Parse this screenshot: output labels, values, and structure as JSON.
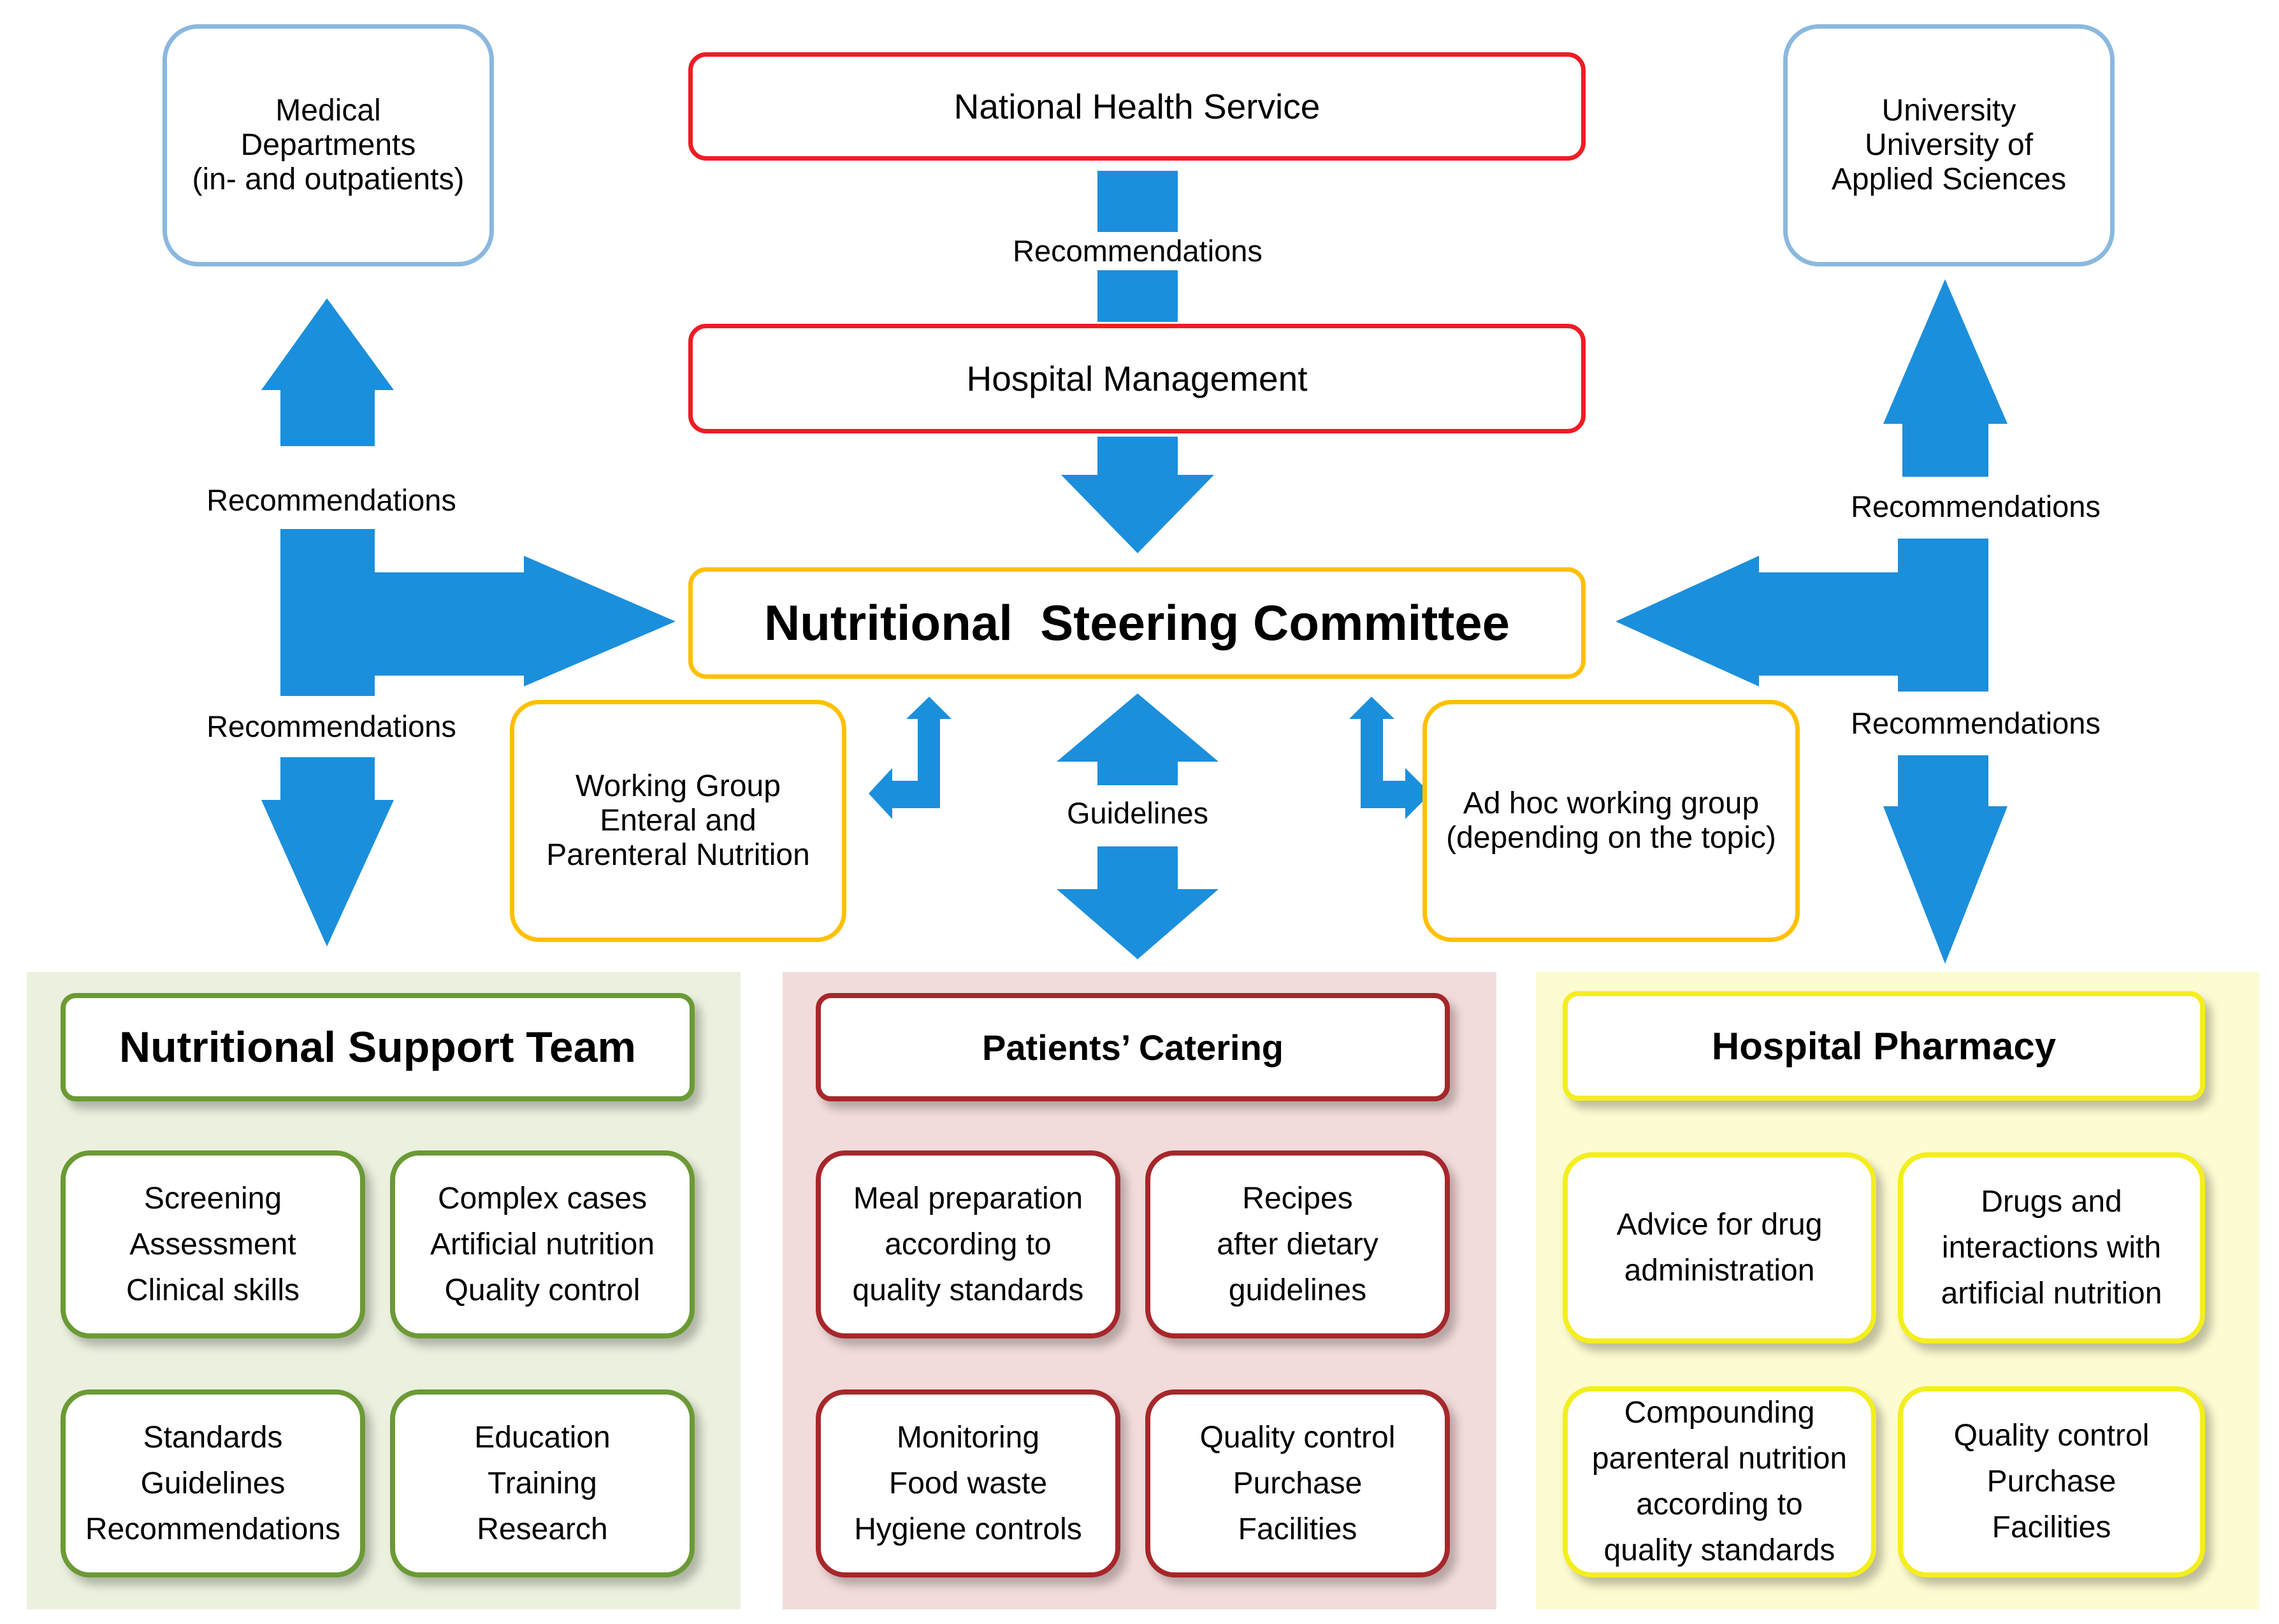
{
  "top": {
    "medical": "Medical\nDepartments\n(in- and outpatients)",
    "nhs": "National Health Service",
    "management": "Hospital Management",
    "university": "University\nUniversity of\nApplied Sciences"
  },
  "committee": "Nutritional  Steering Committee",
  "working_group": "Working Group\nEnteral and\nParenteral Nutrition",
  "adhoc_group": "Ad hoc working group\n(depending on the topic)",
  "arrow_labels": {
    "center_recommendations": "Recommendations",
    "left_up": "Recommendations",
    "left_down": "Recommendations",
    "right_up": "Recommendations",
    "right_down": "Recommendations",
    "guidelines": "Guidelines"
  },
  "panels": {
    "support_team": {
      "title": "Nutritional Support Team",
      "cards": [
        "Screening\nAssessment\nClinical skills",
        "Complex cases\nArtificial nutrition\nQuality control",
        "Standards\nGuidelines\nRecommendations",
        "Education\nTraining\nResearch"
      ]
    },
    "catering": {
      "title": "Patients’ Catering",
      "cards": [
        "Meal preparation\naccording to\nquality standards",
        "Recipes\nafter dietary\nguidelines",
        "Monitoring\nFood waste\nHygiene controls",
        "Quality control\nPurchase\nFacilities"
      ]
    },
    "pharmacy": {
      "title": "Hospital Pharmacy",
      "cards": [
        "Advice for drug\nadministration",
        "Drugs and\ninteractions with\nartificial nutrition",
        "Compounding\nparenteral nutrition\naccording to\nquality standards",
        "Quality control\nPurchase\nFacilities"
      ]
    }
  },
  "colors": {
    "arrow": "#1b8fdc",
    "panel_green": "#ebf1de",
    "panel_red": "#f2dcdb",
    "panel_yellow": "#fdfbd1",
    "border_blue": "#8bb8df",
    "border_red": "#ee1c25",
    "border_gold": "#ffc000"
  }
}
